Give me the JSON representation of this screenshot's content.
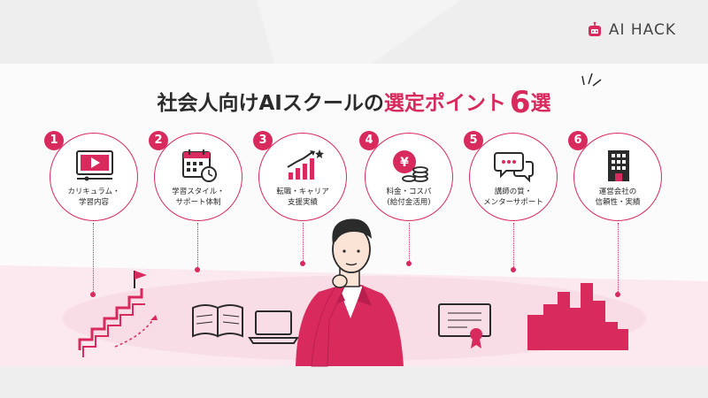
{
  "brand": {
    "name": "AI HACK",
    "color": "#d92a5e",
    "icon": "robot-logo-icon"
  },
  "title": {
    "main": "社会人向けAIスクールの",
    "accent": "選定ポイント",
    "number": "6",
    "suffix": "選"
  },
  "points": [
    {
      "number": "1",
      "icon": "video-player-icon",
      "line1": "カリキュラム・",
      "line2": "学習内容"
    },
    {
      "number": "2",
      "icon": "calendar-clock-icon",
      "line1": "学習スタイル・",
      "line2": "サポート体制"
    },
    {
      "number": "3",
      "icon": "growth-chart-icon",
      "line1": "転職・キャリア",
      "line2": "支援実績"
    },
    {
      "number": "4",
      "icon": "yen-coins-icon",
      "line1": "料金・コスパ",
      "line2": "(給付金活用)"
    },
    {
      "number": "5",
      "icon": "chat-bubbles-icon",
      "line1": "講師の質・",
      "line2": "メンターサポート"
    },
    {
      "number": "6",
      "icon": "office-building-icon",
      "line1": "運営会社の",
      "line2": "信頼性・実績"
    }
  ]
}
